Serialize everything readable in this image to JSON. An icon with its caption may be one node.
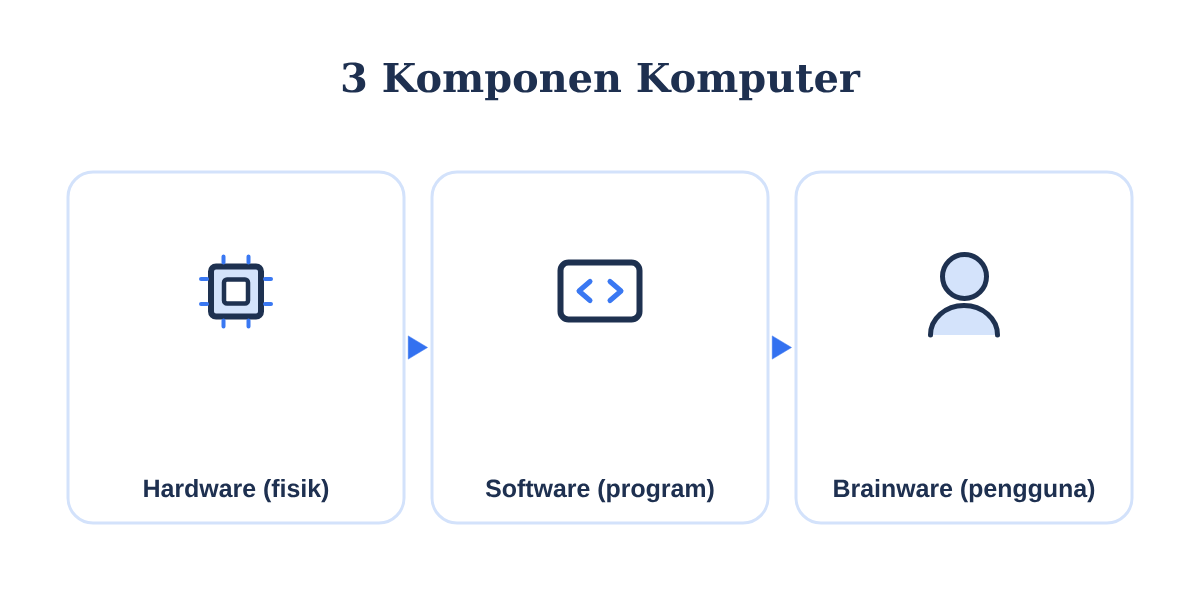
{
  "diagram": {
    "title": "3 Komponen Komputer",
    "nodes": [
      {
        "text": [
          "Hardware (fisik)"
        ]
      },
      {
        "text": [
          "Software (program)"
        ]
      },
      {
        "text": [
          "Brainware (pengguna)"
        ]
      }
    ],
    "edges": [
      {
        "from": 0,
        "to": 1,
        "arrow": "to"
      },
      {
        "from": 1,
        "to": 2,
        "arrow": "to"
      }
    ]
  }
}
